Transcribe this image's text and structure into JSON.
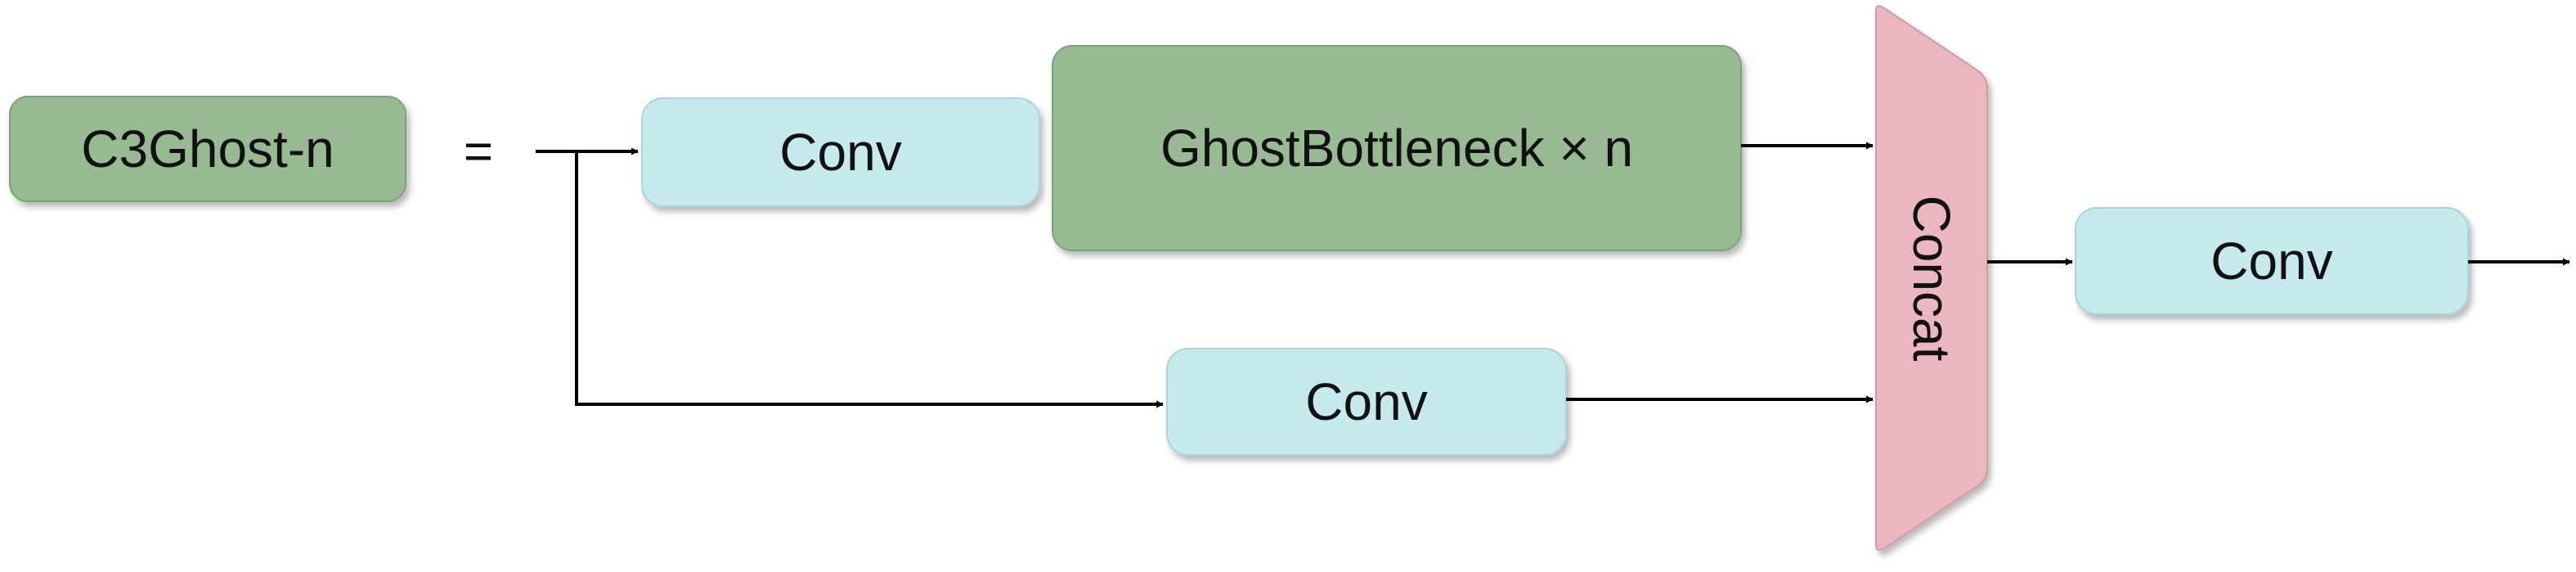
{
  "diagram": {
    "lhs_label": "C3Ghost-n",
    "equals_sign": "=",
    "conv_top_label": "Conv",
    "ghost_label": "GhostBottleneck × n",
    "conv_bottom_label": "Conv",
    "concat_label": "Concat",
    "conv_out_label": "Conv"
  },
  "colors": {
    "green_box": "#97ba93",
    "cyan_box": "#c5e9ec",
    "pink_concat": "#eab6c0",
    "arrow": "#000000"
  }
}
